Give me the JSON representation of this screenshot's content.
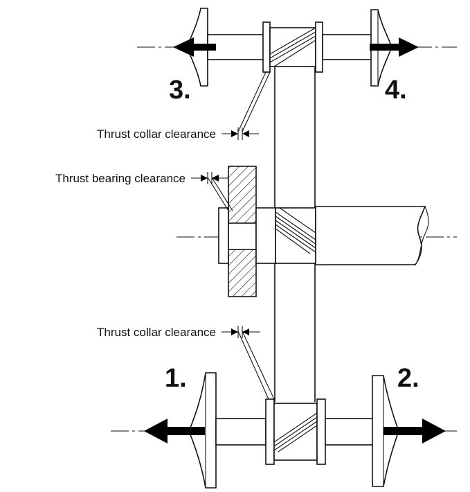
{
  "labels": {
    "thrust_collar_top": "Thrust collar clearance",
    "thrust_bearing": "Thrust bearing clearance",
    "thrust_collar_bottom": "Thrust collar clearance"
  },
  "numbers": {
    "n1": "1.",
    "n2": "2.",
    "n3": "3.",
    "n4": "4."
  },
  "colors": {
    "line": "#111111",
    "background": "#ffffff"
  }
}
